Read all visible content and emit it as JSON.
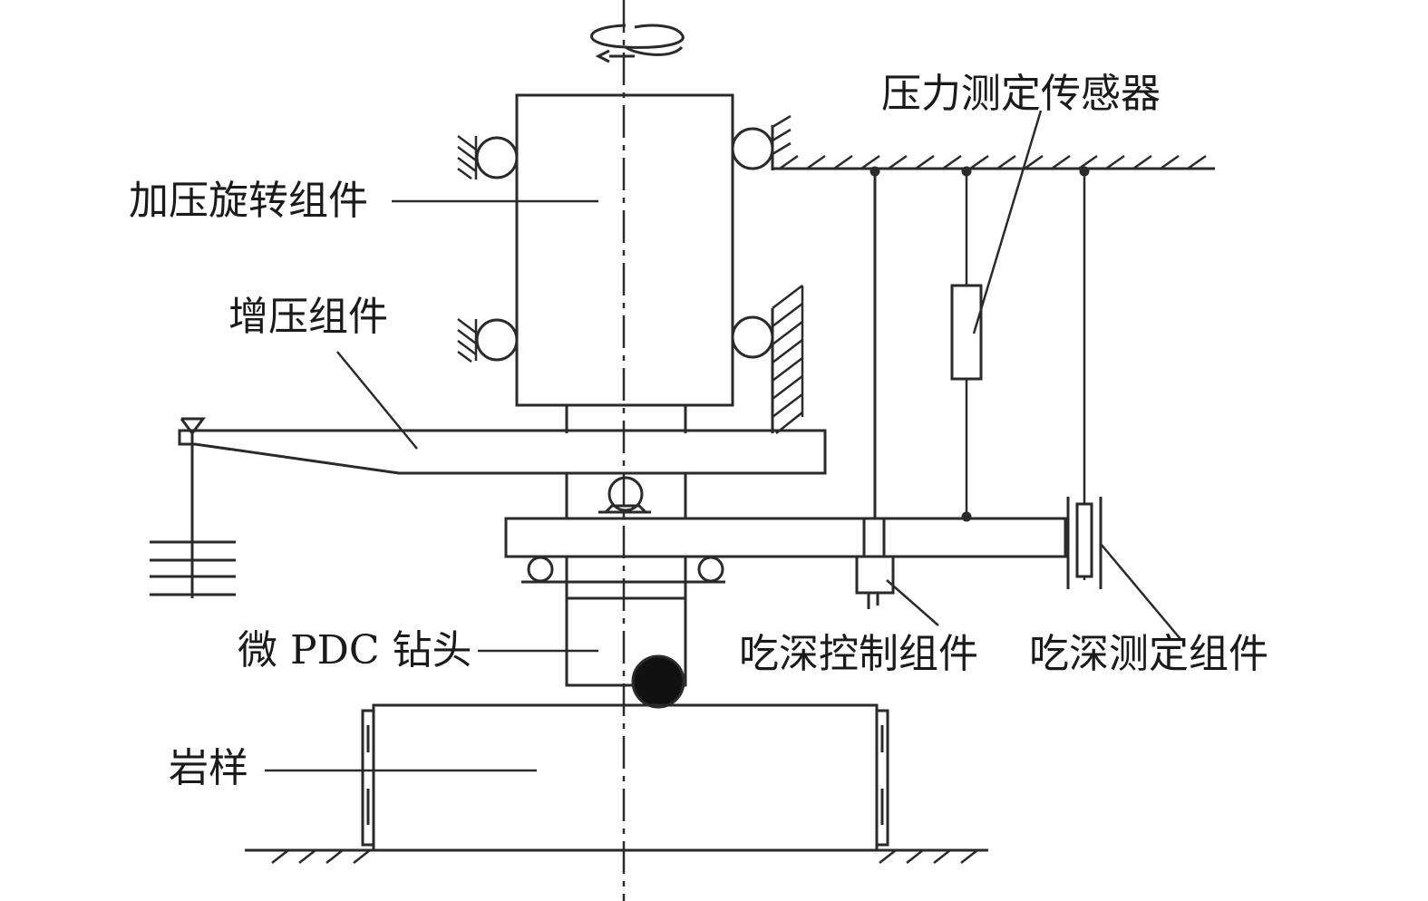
{
  "labels": {
    "pressurized_rotating_assembly": "加压旋转组件",
    "pressurizing_assembly": "增压组件",
    "micro_pdc_bit": "微 PDC 钻头",
    "rock_sample": "岩样",
    "pressure_sensor": "压力测定传感器",
    "depth_control_assembly": "吃深控制组件",
    "depth_measurement_assembly": "吃深测定组件"
  },
  "colors": {
    "line": "#2a2a2a",
    "background": "#ffffff",
    "bit": "#111111"
  }
}
